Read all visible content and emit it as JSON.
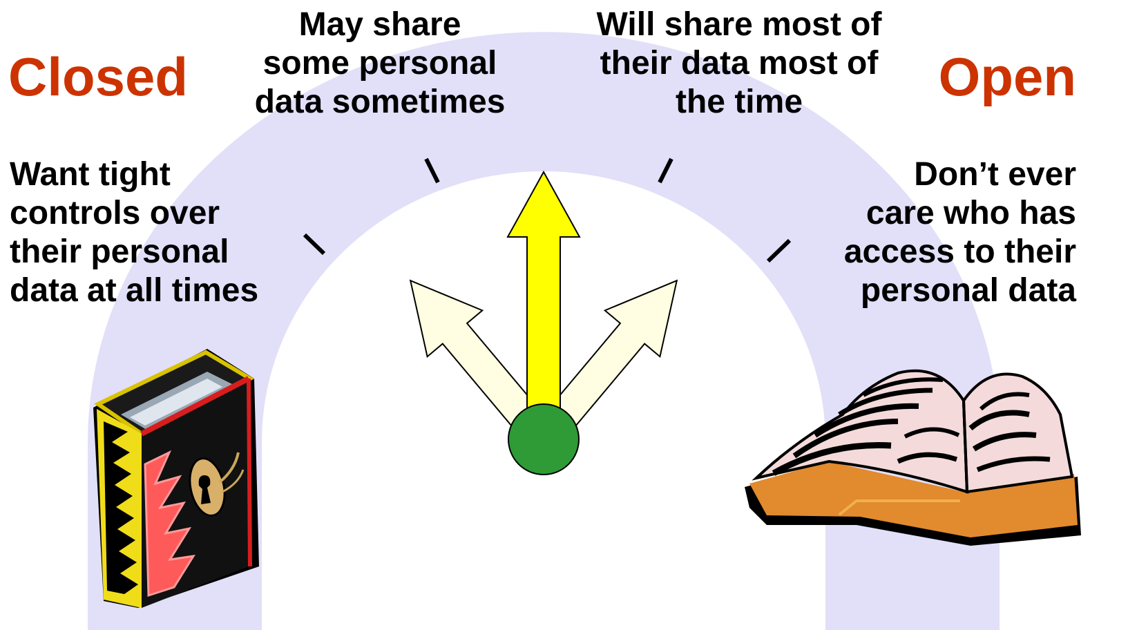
{
  "scale": {
    "closed_label": "Closed",
    "open_label": "Open"
  },
  "descriptions": {
    "closed": [
      "Want tight",
      "controls over",
      "their personal",
      "data at all times"
    ],
    "some": [
      "May share",
      "some personal",
      "data sometimes"
    ],
    "most": [
      "Will share most of",
      "their data most of",
      "the time"
    ],
    "open": [
      "Don’t ever",
      "care who has",
      "access to their",
      "personal data"
    ]
  },
  "colors": {
    "arc_band": "#e2dff8",
    "end_label": "#cc3300",
    "needle_active": "#ffff00",
    "needle_inactive": "#fffde2",
    "pivot": "#2e9b36",
    "tick": "#000000"
  },
  "icons": {
    "closed": "locked-book-icon",
    "open": "open-book-icon"
  }
}
